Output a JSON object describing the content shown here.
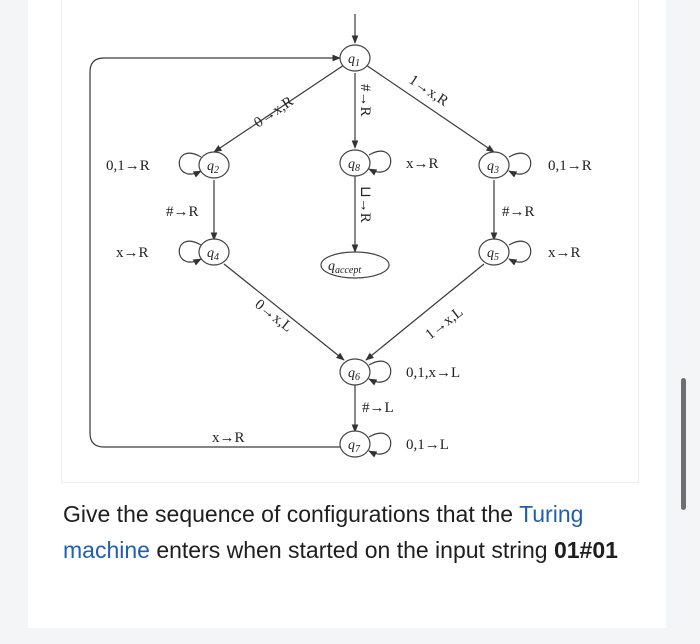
{
  "diagram": {
    "states": [
      {
        "id": "q1",
        "name": "q",
        "sub": "1"
      },
      {
        "id": "q2",
        "name": "q",
        "sub": "2"
      },
      {
        "id": "q3",
        "name": "q",
        "sub": "3"
      },
      {
        "id": "q4",
        "name": "q",
        "sub": "4"
      },
      {
        "id": "q5",
        "name": "q",
        "sub": "5"
      },
      {
        "id": "q6",
        "name": "q",
        "sub": "6"
      },
      {
        "id": "q7",
        "name": "q",
        "sub": "7"
      },
      {
        "id": "q8",
        "name": "q",
        "sub": "8"
      },
      {
        "id": "qa",
        "name": "q",
        "sub": "accept"
      }
    ],
    "labels": {
      "q1_q2": "0→x,R",
      "q1_q3": "1→x,R",
      "q1_q8": "#→R",
      "q8_qa": "⊔→R",
      "q8_self": "x→R",
      "q2_self": "0,1→R",
      "q3_self": "0,1→R",
      "q2_q4": "#→R",
      "q3_q5": "#→R",
      "q4_self": "x→R",
      "q5_self": "x→R",
      "q4_q6": "0→x,L",
      "q5_q6": "1→x,L",
      "q6_self": "0,1,x→L",
      "q6_q7": "#→L",
      "q7_self": "0,1→L",
      "q7_q1": "x→R"
    },
    "colors": {
      "line": "#3a3a3a",
      "stroke": "#444444"
    }
  },
  "question": {
    "part1": "Give the sequence of configurations that the",
    "link": "Turing machine",
    "part2": " enters when started on the input string ",
    "input": "01#01"
  }
}
